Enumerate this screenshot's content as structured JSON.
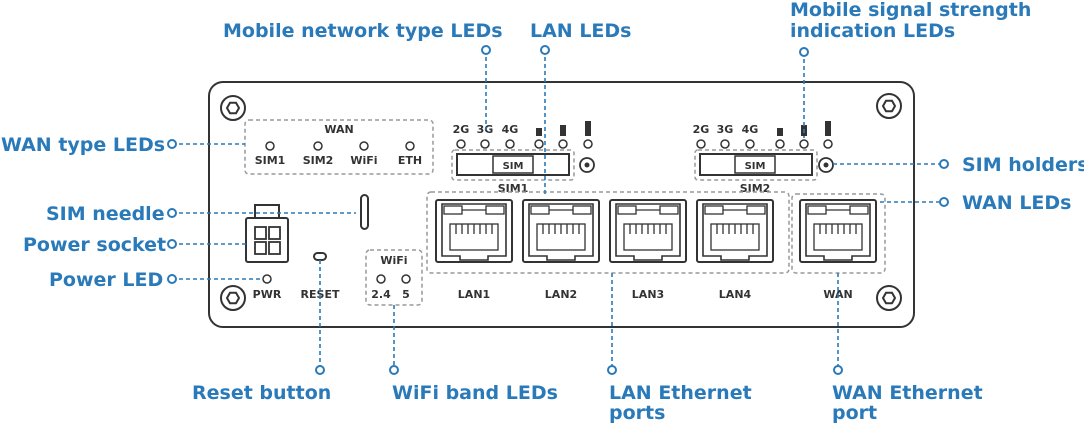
{
  "callouts": {
    "mobile_network_type": "Mobile network type LEDs",
    "lan_leds": "LAN LEDs",
    "signal_line1": "Mobile signal strength",
    "signal_line2": "indication LEDs",
    "wan_type": "WAN type LEDs",
    "sim_holders": "SIM holders",
    "sim_needle": "SIM needle",
    "wan_leds": "WAN LEDs",
    "power_socket": "Power socket",
    "power_led": "Power LED",
    "reset_button": "Reset button",
    "wifi_band": "WiFi band LEDs",
    "lan_eth_line1": "LAN Ethernet",
    "lan_eth_line2": "ports",
    "wan_eth_line1": "WAN Ethernet",
    "wan_eth_line2": "port"
  },
  "device": {
    "wan_group_title": "WAN",
    "wan_types": [
      "SIM1",
      "SIM2",
      "WiFi",
      "ETH"
    ],
    "net_types": [
      "2G",
      "3G",
      "4G"
    ],
    "sim_text": "SIM",
    "sim1_label": "SIM1",
    "sim2_label": "SIM2",
    "wifi_title": "WiFi",
    "wifi_bands": [
      "2.4",
      "5"
    ],
    "pwr": "PWR",
    "reset": "RESET",
    "lan_ports": [
      "LAN1",
      "LAN2",
      "LAN3",
      "LAN4"
    ],
    "wan_port": "WAN"
  },
  "colors": {
    "accent": "#2a7ab9",
    "outline": "#333333",
    "dashed_group": "#999999"
  }
}
